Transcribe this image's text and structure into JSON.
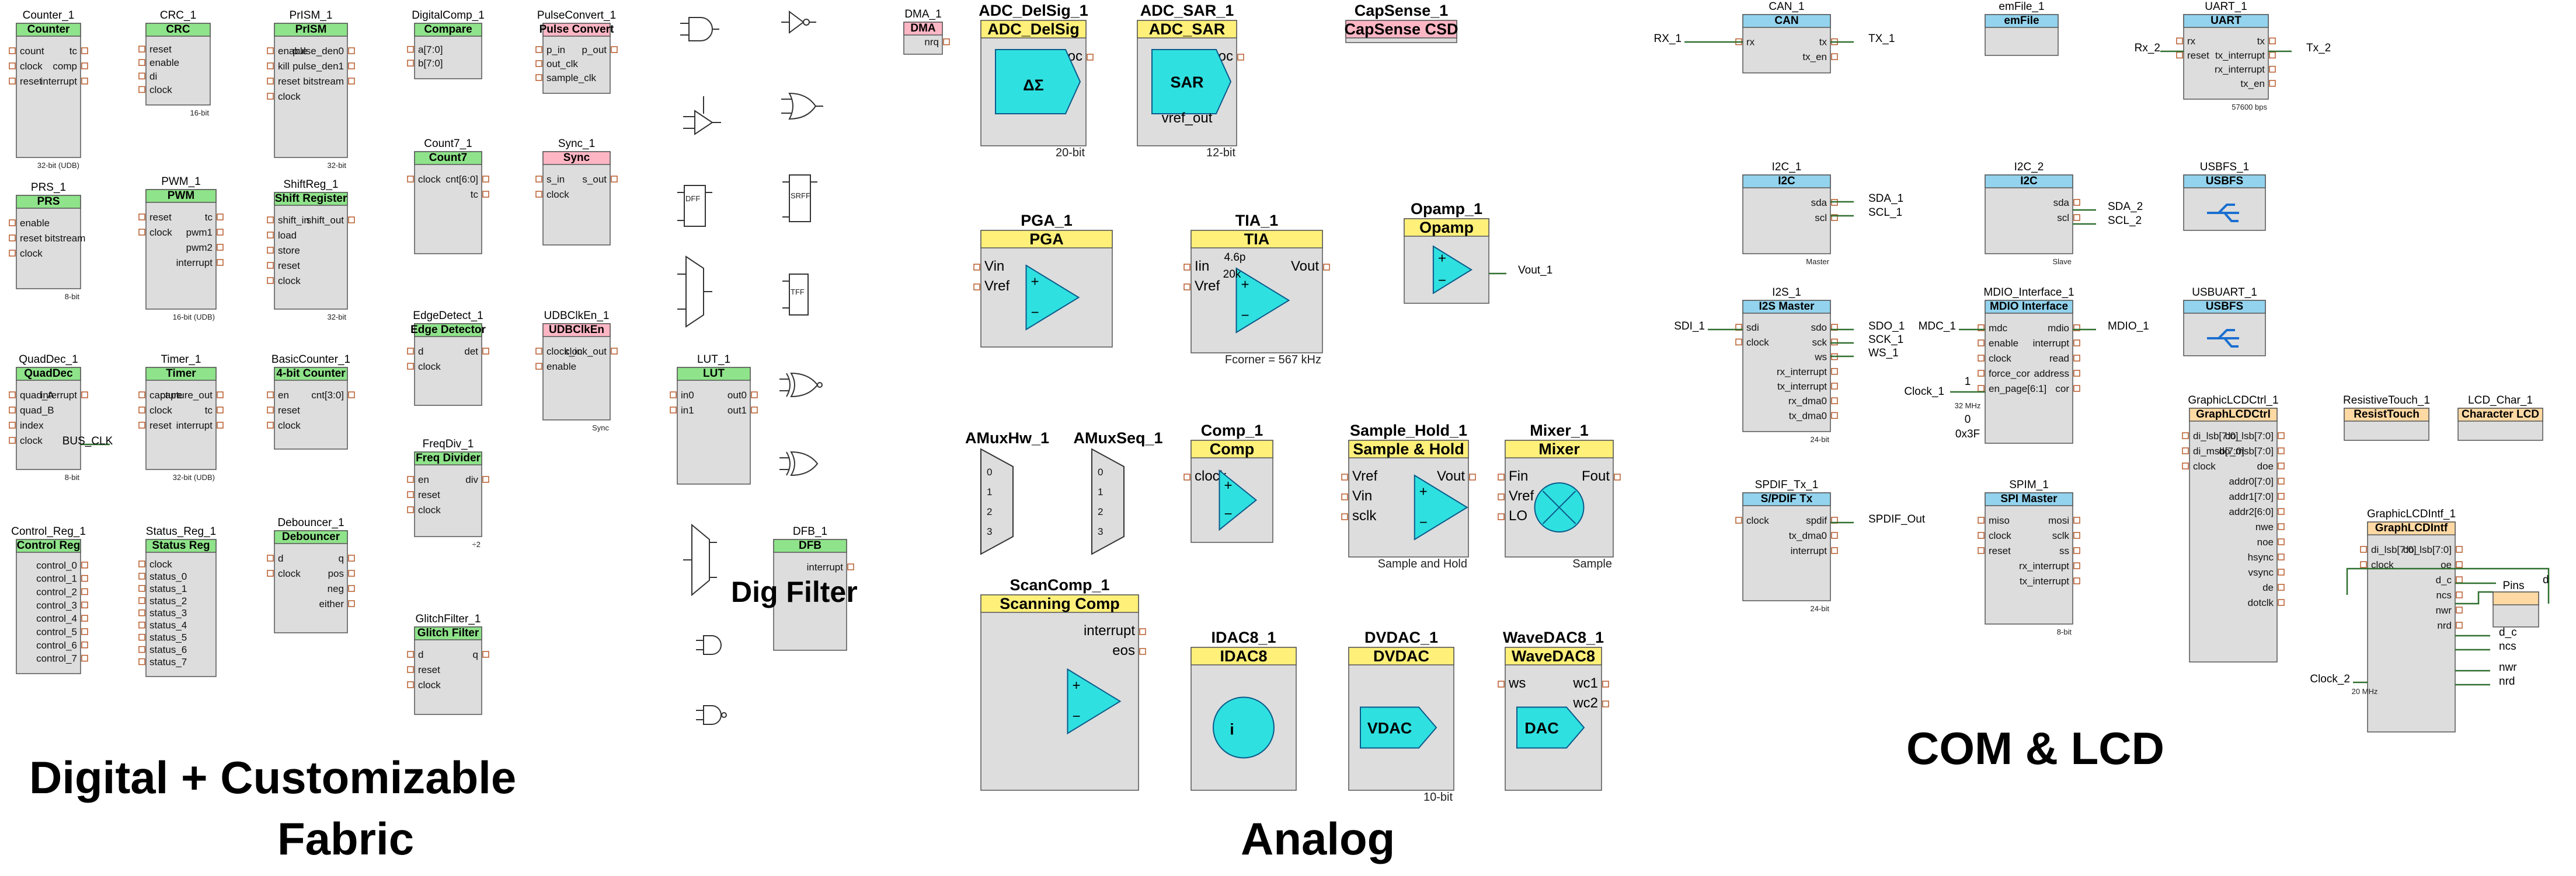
{
  "colors": {
    "digital": "#8fe38a",
    "analog": "#fff07a",
    "com": "#93d3ee",
    "lcd": "#ffd9a3",
    "special": "#ffb6c4",
    "body": "#dddddd",
    "wire": "#2f6f2f",
    "pin": "#b85a2a"
  },
  "sections": {
    "digital": "Digital + Customizable",
    "digital2": "Fabric",
    "analog": "Analog",
    "com": "COM & LCD",
    "digfilter": "Dig Filter"
  },
  "components": [
    {
      "inst": "Counter_1",
      "title": "Counter",
      "color": "digital",
      "left": [
        "count",
        "clock",
        "reset"
      ],
      "right": [
        "tc",
        "comp",
        "interrupt"
      ],
      "note": "32-bit (UDB)"
    },
    {
      "inst": "CRC_1",
      "title": "CRC",
      "color": "digital",
      "left": [
        "reset",
        "enable",
        "di",
        "clock"
      ],
      "right": [],
      "note": "16-bit"
    },
    {
      "inst": "PrISM_1",
      "title": "PrISM",
      "color": "digital",
      "left": [
        "enable",
        "kill",
        "reset",
        "clock"
      ],
      "right": [
        "pulse_den0",
        "pulse_den1",
        "bitstream"
      ],
      "note": "32-bit"
    },
    {
      "inst": "DigitalComp_1",
      "title": "Compare",
      "color": "digital",
      "left": [
        "a[7:0]",
        "b[7:0]"
      ],
      "right": [],
      "note": ""
    },
    {
      "inst": "PulseConvert_1",
      "title": "Pulse Convert",
      "color": "special",
      "left": [
        "p_in",
        "out_clk",
        "sample_clk"
      ],
      "right": [
        "p_out"
      ],
      "note": ""
    },
    {
      "inst": "PRS_1",
      "title": "PRS",
      "color": "digital",
      "left": [
        "enable",
        "reset bitstream",
        "clock"
      ],
      "right": [],
      "note": "8-bit"
    },
    {
      "inst": "PWM_1",
      "title": "PWM",
      "color": "digital",
      "left": [
        "reset",
        "clock"
      ],
      "right": [
        "tc",
        "pwm1",
        "pwm2",
        "interrupt"
      ],
      "note": "16-bit (UDB)"
    },
    {
      "inst": "ShiftReg_1",
      "title": "Shift Register",
      "color": "digital",
      "left": [
        "shift_in",
        "load",
        "store",
        "reset",
        "clock"
      ],
      "right": [
        "shift_out"
      ],
      "note": "32-bit"
    },
    {
      "inst": "Count7_1",
      "title": "Count7",
      "color": "digital",
      "left": [
        "clock"
      ],
      "right": [
        "cnt[6:0]",
        "tc"
      ],
      "note": ""
    },
    {
      "inst": "Sync_1",
      "title": "Sync",
      "color": "special",
      "left": [
        "s_in",
        "clock"
      ],
      "right": [
        "s_out"
      ],
      "note": ""
    },
    {
      "inst": "QuadDec_1",
      "title": "QuadDec",
      "color": "digital",
      "left": [
        "quad_A",
        "quad_B",
        "index",
        "clock"
      ],
      "right": [
        "interrupt"
      ],
      "note": "8-bit"
    },
    {
      "inst": "Timer_1",
      "title": "Timer",
      "color": "digital",
      "left": [
        "capture",
        "clock",
        "reset"
      ],
      "right": [
        "capture_out",
        "tc",
        "interrupt"
      ],
      "note": "32-bit (UDB)"
    },
    {
      "inst": "BasicCounter_1",
      "title": "4-bit Counter",
      "color": "digital",
      "left": [
        "en",
        "reset",
        "clock"
      ],
      "right": [
        "cnt[3:0]"
      ],
      "note": ""
    },
    {
      "inst": "EdgeDetect_1",
      "title": "Edge Detector",
      "color": "digital",
      "left": [
        "d",
        "clock"
      ],
      "right": [
        "det"
      ],
      "note": ""
    },
    {
      "inst": "UDBClkEn_1",
      "title": "UDBClkEn",
      "color": "special",
      "left": [
        "clock_in",
        "enable"
      ],
      "right": [
        "clock_out"
      ],
      "note": "Sync"
    },
    {
      "inst": "FreqDiv_1",
      "title": "Freq Divider",
      "color": "digital",
      "left": [
        "en",
        "reset",
        "clock"
      ],
      "right": [
        "div"
      ],
      "note": "÷2"
    },
    {
      "inst": "Control_Reg_1",
      "title": "Control Reg",
      "color": "digital",
      "left": [],
      "right": [
        "control_0",
        "control_1",
        "control_2",
        "control_3",
        "control_4",
        "control_5",
        "control_6",
        "control_7"
      ],
      "note": ""
    },
    {
      "inst": "Status_Reg_1",
      "title": "Status Reg",
      "color": "digital",
      "left": [
        "clock",
        "status_0",
        "status_1",
        "status_2",
        "status_3",
        "status_4",
        "status_5",
        "status_6",
        "status_7"
      ],
      "right": [],
      "note": ""
    },
    {
      "inst": "Debouncer_1",
      "title": "Debouncer",
      "color": "digital",
      "left": [
        "d",
        "clock"
      ],
      "right": [
        "q",
        "pos",
        "neg",
        "either"
      ],
      "note": ""
    },
    {
      "inst": "GlitchFilter_1",
      "title": "Glitch Filter",
      "color": "digital",
      "left": [
        "d",
        "reset",
        "clock"
      ],
      "right": [
        "q"
      ],
      "note": ""
    },
    {
      "inst": "LUT_1",
      "title": "LUT",
      "color": "digital",
      "left": [
        "in0",
        "in1"
      ],
      "right": [
        "out0",
        "out1"
      ],
      "note": ""
    },
    {
      "inst": "DFB_1",
      "title": "DFB",
      "color": "digital",
      "left": [],
      "right": [
        "interrupt"
      ],
      "note": ""
    },
    {
      "inst": "DMA_1",
      "title": "DMA",
      "color": "special",
      "left": [],
      "right": [
        "nrq"
      ],
      "note": ""
    },
    {
      "inst": "ADC_DelSig_1",
      "title": "ADC_DelSig",
      "color": "analog",
      "left": [],
      "right": [
        "eoc"
      ],
      "note": "20-bit"
    },
    {
      "inst": "ADC_SAR_1",
      "title": "ADC_SAR",
      "color": "analog",
      "left": [],
      "right": [
        "eoc"
      ],
      "note": "12-bit"
    },
    {
      "inst": "CapSense_1",
      "title": "CapSense CSD",
      "color": "special",
      "left": [],
      "right": [],
      "note": ""
    },
    {
      "inst": "PGA_1",
      "title": "PGA",
      "color": "analog",
      "left": [
        "Vin",
        "Vref"
      ],
      "right": [],
      "note": ""
    },
    {
      "inst": "TIA_1",
      "title": "TIA",
      "color": "analog",
      "left": [
        "Iin",
        "Vref"
      ],
      "right": [
        "Vout"
      ],
      "note": "Fcorner = 567 kHz"
    },
    {
      "inst": "Opamp_1",
      "title": "Opamp",
      "color": "analog",
      "left": [],
      "right": [],
      "note": ""
    },
    {
      "inst": "Comp_1",
      "title": "Comp",
      "color": "analog",
      "left": [
        "clock"
      ],
      "right": [],
      "note": ""
    },
    {
      "inst": "Sample_Hold_1",
      "title": "Sample & Hold",
      "color": "analog",
      "left": [
        "Vref",
        "Vin",
        "sclk"
      ],
      "right": [
        "Vout"
      ],
      "note": "Sample and Hold"
    },
    {
      "inst": "Mixer_1",
      "title": "Mixer",
      "color": "analog",
      "left": [
        "Fin",
        "Vref",
        "LO"
      ],
      "right": [
        "Fout"
      ],
      "note": "Sample"
    },
    {
      "inst": "ScanComp_1",
      "title": "Scanning Comp",
      "color": "analog",
      "left": [],
      "right": [
        "interrupt",
        "eos"
      ],
      "note": ""
    },
    {
      "inst": "IDAC8_1",
      "title": "IDAC8",
      "color": "analog",
      "left": [],
      "right": [],
      "note": ""
    },
    {
      "inst": "DVDAC_1",
      "title": "DVDAC",
      "color": "analog",
      "left": [],
      "right": [],
      "note": "10-bit"
    },
    {
      "inst": "WaveDAC8_1",
      "title": "WaveDAC8",
      "color": "analog",
      "left": [
        "ws"
      ],
      "right": [
        "wc1",
        "wc2"
      ],
      "note": ""
    },
    {
      "inst": "CAN_1",
      "title": "CAN",
      "color": "com",
      "left": [
        "rx"
      ],
      "right": [
        "tx",
        "tx_en"
      ],
      "note": ""
    },
    {
      "inst": "emFile_1",
      "title": "emFile",
      "color": "com",
      "left": [],
      "right": [],
      "note": ""
    },
    {
      "inst": "UART_1",
      "title": "UART",
      "color": "com",
      "left": [
        "rx",
        "reset"
      ],
      "right": [
        "tx",
        "tx_interrupt",
        "rx_interrupt",
        "tx_en"
      ],
      "note": "57600 bps"
    },
    {
      "inst": "I2C_1",
      "title": "I2C",
      "color": "com",
      "left": [],
      "right": [
        "sda",
        "scl"
      ],
      "note": "Master"
    },
    {
      "inst": "I2C_2",
      "title": "I2C",
      "color": "com",
      "left": [],
      "right": [
        "sda",
        "scl"
      ],
      "note": "Slave"
    },
    {
      "inst": "USBFS_1",
      "title": "USBFS",
      "color": "com",
      "left": [],
      "right": [],
      "note": ""
    },
    {
      "inst": "I2S_1",
      "title": "I2S Master",
      "color": "com",
      "left": [
        "sdi",
        "clock"
      ],
      "right": [
        "sdo",
        "sck",
        "ws",
        "rx_interrupt",
        "tx_interrupt",
        "rx_dma0",
        "tx_dma0"
      ],
      "note": "24-bit"
    },
    {
      "inst": "MDIO_Interface_1",
      "title": "MDIO Interface",
      "color": "com",
      "left": [
        "mdc",
        "enable",
        "clock",
        "force_cor",
        "en_page[6:1]"
      ],
      "right": [
        "mdio",
        "interrupt",
        "read",
        "address",
        "cor"
      ],
      "note": ""
    },
    {
      "inst": "USBUART_1",
      "title": "USBFS",
      "color": "com",
      "left": [],
      "right": [],
      "note": ""
    },
    {
      "inst": "SPDIF_Tx_1",
      "title": "S/PDIF Tx",
      "color": "com",
      "left": [
        "clock"
      ],
      "right": [
        "spdif",
        "tx_dma0",
        "interrupt"
      ],
      "note": "24-bit"
    },
    {
      "inst": "SPIM_1",
      "title": "SPI Master",
      "color": "com",
      "left": [
        "miso",
        "clock",
        "reset"
      ],
      "right": [
        "mosi",
        "sclk",
        "ss",
        "rx_interrupt",
        "tx_interrupt"
      ],
      "note": "8-bit"
    },
    {
      "inst": "GraphicLCDCtrl_1",
      "title": "GraphLCDCtrl",
      "color": "lcd",
      "left": [
        "di_lsb[7:0]",
        "di_msb[7:0]",
        "clock"
      ],
      "right": [
        "do_lsb[7:0]",
        "do_msb[7:0]",
        "doe",
        "addr0[7:0]",
        "addr1[7:0]",
        "addr2[6:0]",
        "nwe",
        "noe",
        "hsync",
        "vsync",
        "de",
        "dotclk"
      ],
      "note": ""
    },
    {
      "inst": "ResistiveTouch_1",
      "title": "ResistTouch",
      "color": "lcd",
      "left": [],
      "right": [],
      "note": ""
    },
    {
      "inst": "LCD_Char_1",
      "title": "Character LCD",
      "color": "lcd",
      "left": [],
      "right": [],
      "note": ""
    },
    {
      "inst": "GraphicLCDIntf_1",
      "title": "GraphLCDIntf",
      "color": "lcd",
      "left": [
        "di_lsb[7:0]",
        "clock"
      ],
      "right": [
        "do_lsb[7:0]",
        "oe",
        "d_c",
        "ncs",
        "nwr",
        "nrd"
      ],
      "note": ""
    }
  ],
  "labels": {
    "rx1": "RX_1",
    "tx1": "TX_1",
    "rx2": "Rx_2",
    "tx2": "Tx_2",
    "sda1": "SDA_1",
    "scl1": "SCL_1",
    "sda2": "SDA_2",
    "scl2": "SCL_2",
    "sdi1": "SDI_1",
    "sdo1": "SDO_1",
    "sck1": "SCK_1",
    "ws1": "WS_1",
    "mdc1": "MDC_1",
    "mdio1": "MDIO_1",
    "clock1": "Clock_1",
    "clock1freq": "32 MHz",
    "clock2": "Clock_2",
    "clock2freq": "20 MHz",
    "spdifout": "SPDIF_Out",
    "vout1": "Vout_1",
    "pins": "Pins",
    "d": "d",
    "dc": "d_c",
    "ncs": "ncs",
    "nwr": "nwr",
    "nrd": "nrd",
    "amuxhw": "AMuxHw_1",
    "amuxseq": "AMuxSeq_1",
    "bus": "BUS_CLK",
    "one": "1",
    "zero": "0",
    "hex3f": "0x3F",
    "dff": "DFF",
    "srff": "SRFF",
    "tff": "TFF",
    "tia_cap": "4.6p",
    "tia_res": "20k",
    "sar": "SAR",
    "vref_out": "vref_out",
    "vdac": "VDAC",
    "dac": "DAC"
  }
}
